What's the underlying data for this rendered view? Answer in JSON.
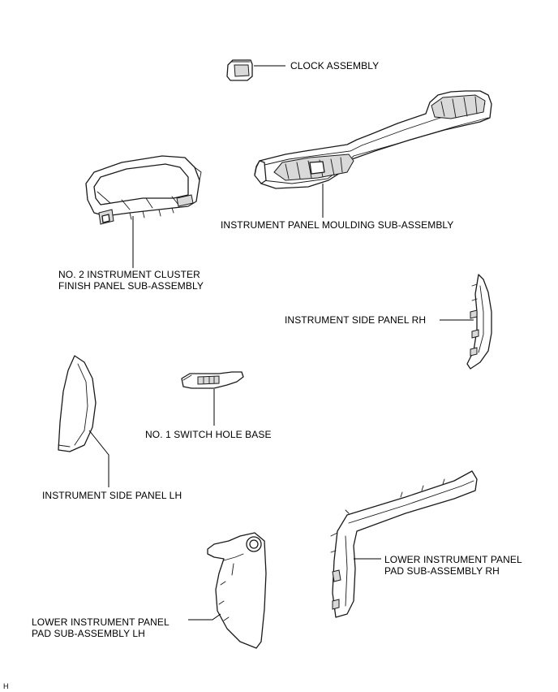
{
  "labels": {
    "clock_assembly": "CLOCK ASSEMBLY",
    "instrument_panel_moulding": "INSTRUMENT PANEL MOULDING SUB-ASSEMBLY",
    "cluster_finish_panel_line1": "NO. 2 INSTRUMENT CLUSTER",
    "cluster_finish_panel_line2": "FINISH PANEL SUB-ASSEMBLY",
    "side_panel_rh": "INSTRUMENT SIDE PANEL RH",
    "switch_hole_base": "NO. 1 SWITCH HOLE BASE",
    "side_panel_lh": "INSTRUMENT SIDE PANEL LH",
    "lower_pad_rh_line1": "LOWER INSTRUMENT PANEL",
    "lower_pad_rh_line2": "PAD SUB-ASSEMBLY RH",
    "lower_pad_lh_line1": "LOWER INSTRUMENT PANEL",
    "lower_pad_lh_line2": "PAD SUB-ASSEMBLY LH",
    "corner_mark": "H"
  }
}
